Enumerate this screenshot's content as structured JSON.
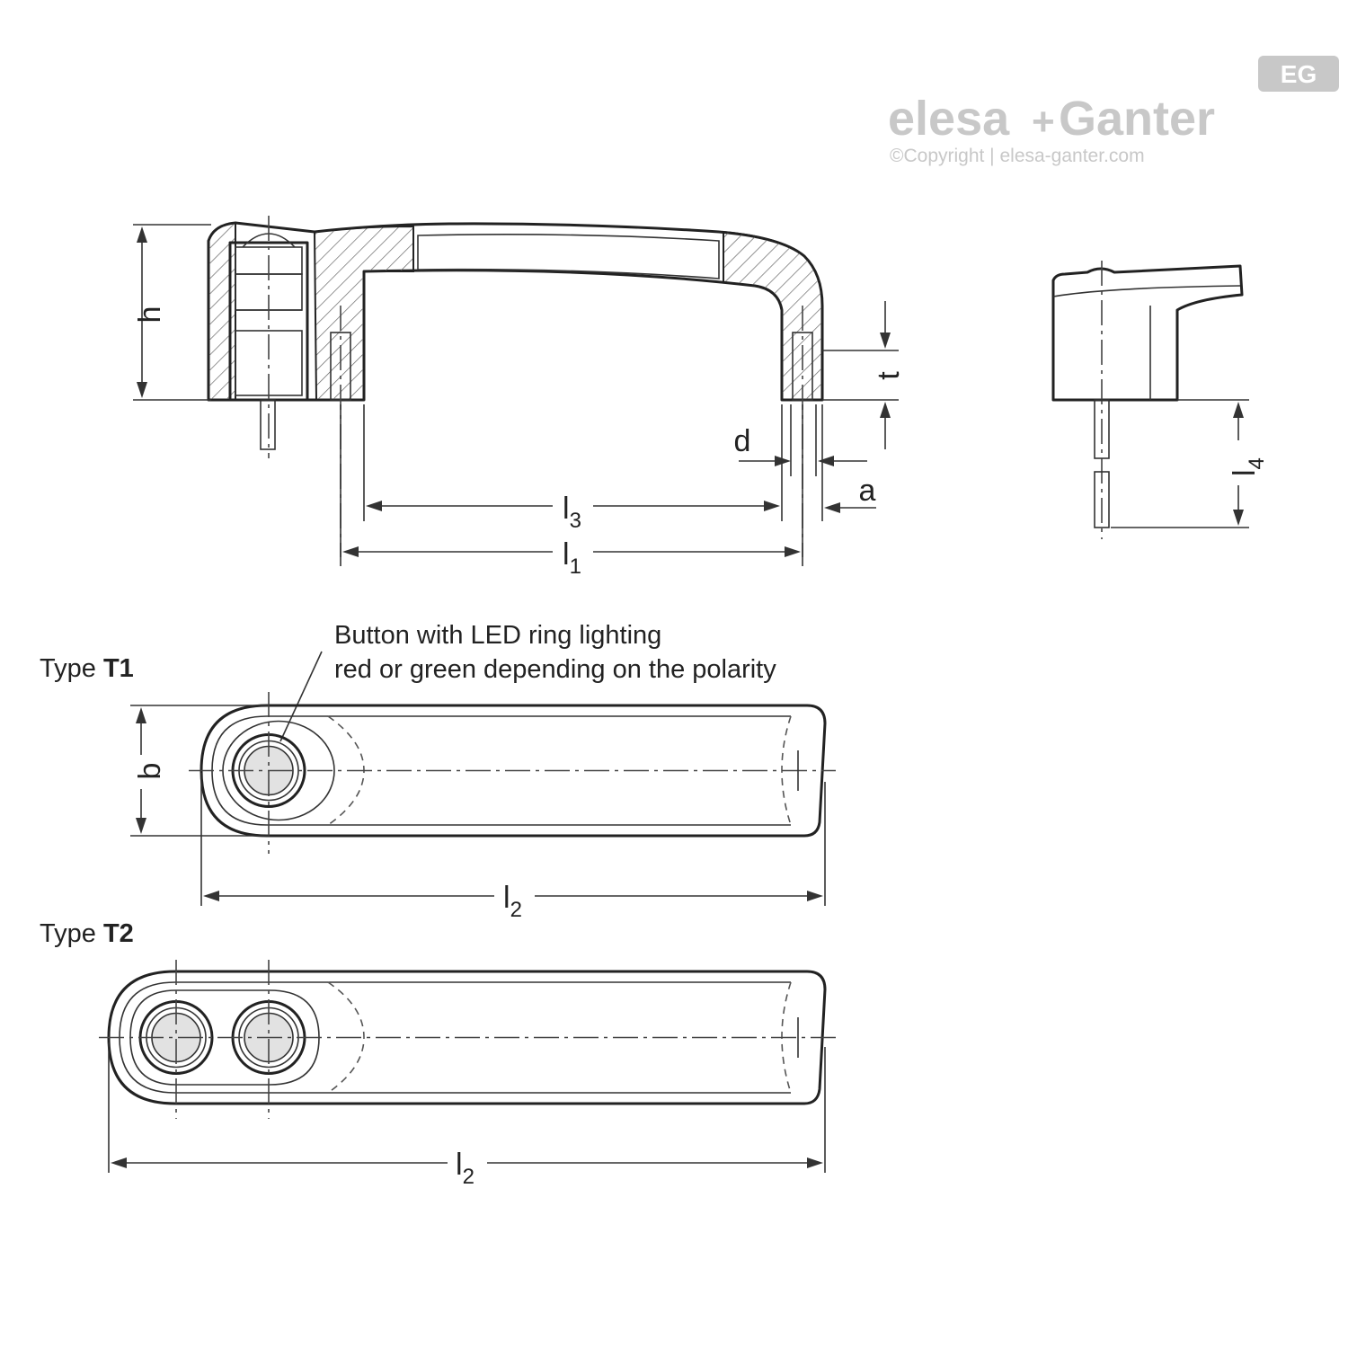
{
  "logo": {
    "brand_left": "elesa",
    "brand_plus": "+",
    "brand_right": "Ganter",
    "badge": "EG",
    "copyright": "©Copyright | elesa-ganter.com",
    "color": "#c8c8c8"
  },
  "dimensions": {
    "h": "h",
    "t": "t",
    "d": "d",
    "a": "a",
    "l1_base": "l",
    "l1_sub": "1",
    "l3_base": "l",
    "l3_sub": "3",
    "l4_base": "l",
    "l4_sub": "4",
    "l2_base": "l",
    "l2_sub": "2",
    "b": "b"
  },
  "callout": {
    "line1": "Button with LED ring lighting",
    "line2": "red or green depending on the polarity"
  },
  "types": {
    "t1_prefix": "Type ",
    "t1_code": "T1",
    "t2_prefix": "Type ",
    "t2_code": "T2"
  },
  "colors": {
    "line": "#222222",
    "button_fill": "#e2e2e2",
    "hatch": "#666666"
  }
}
